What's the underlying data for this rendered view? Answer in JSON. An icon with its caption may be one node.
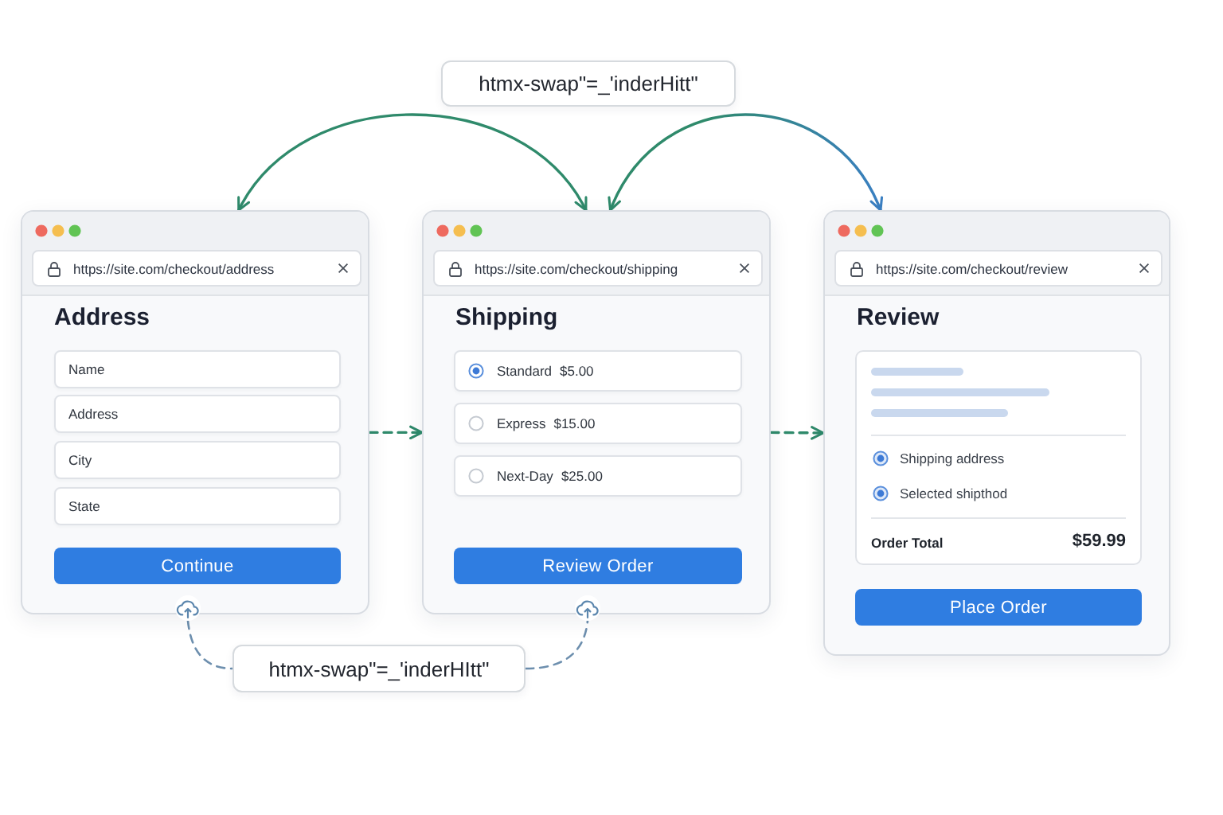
{
  "diagram": {
    "nodes": [
      {
        "text": [
          "htmx-swap\"=_'inderHitt\""
        ]
      },
      {
        "text": [
          "Address"
        ]
      },
      {
        "text": [
          "https://site.com/checkout/address"
        ],
        "in": 1
      },
      {
        "text": [
          "Name"
        ],
        "in": 1
      },
      {
        "text": [
          "Address"
        ],
        "in": 1
      },
      {
        "text": [
          "City"
        ],
        "in": 1
      },
      {
        "text": [
          "State"
        ],
        "in": 1
      },
      {
        "text": [
          "Continue"
        ],
        "in": 1
      },
      {
        "text": [
          "Shipping"
        ]
      },
      {
        "text": [
          "https://site.com/checkout/shipping"
        ],
        "in": 8
      },
      {
        "text": [
          "Standard",
          "$5.00"
        ],
        "in": 8
      },
      {
        "text": [
          "Express",
          "$15.00"
        ],
        "in": 8
      },
      {
        "text": [
          "Next-Day",
          "$25.00"
        ],
        "in": 8
      },
      {
        "text": [
          "Review Order"
        ],
        "in": 8
      },
      {
        "text": [
          "Review"
        ]
      },
      {
        "text": [
          "https://site.com/checkout/review"
        ],
        "in": 14
      },
      {
        "text": [
          "Shipping address",
          "Selected shipthod",
          "Order Total",
          "$59.99"
        ],
        "in": 14
      },
      {
        "text": [
          "Place Order"
        ],
        "in": 14
      },
      {
        "text": [],
        "shape": "cloud"
      },
      {
        "text": [],
        "shape": "cloud"
      },
      {
        "text": [
          "htmx-swap\"=_'inderHItt\""
        ]
      }
    ],
    "edges": [
      {
        "from": 1,
        "to": 8,
        "arrow": "both"
      },
      {
        "from": 8,
        "to": 14,
        "arrow": "both",
        "color": "#3a7fc2"
      },
      {
        "from": 1,
        "to": 8,
        "arrow": "to",
        "style": "dashed"
      },
      {
        "from": 8,
        "to": 14,
        "arrow": "to",
        "style": "dashed"
      },
      {
        "from": 18,
        "to": 20,
        "arrow": "none",
        "style": "dashed",
        "color": "#6d8fae"
      },
      {
        "from": 20,
        "to": 19,
        "arrow": "none",
        "style": "dashed",
        "color": "#6d8fae"
      }
    ]
  }
}
